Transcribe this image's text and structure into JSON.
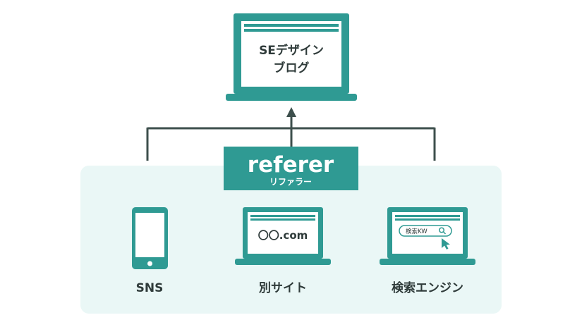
{
  "target": {
    "title_line1": "SEデザイン",
    "title_line2": "ブログ"
  },
  "referer": {
    "label": "referer",
    "reading": "リファラー"
  },
  "sources": {
    "sns": {
      "label": "SNS"
    },
    "other_site": {
      "label": "別サイト",
      "screen_text": "〇〇.com"
    },
    "search_engine": {
      "label": "検索エンジン",
      "search_text": "検索KW"
    }
  },
  "colors": {
    "primary": "#2f9a93",
    "panel": "#eaf7f6",
    "line": "#3d4f4c",
    "text": "#2f3b3a"
  }
}
